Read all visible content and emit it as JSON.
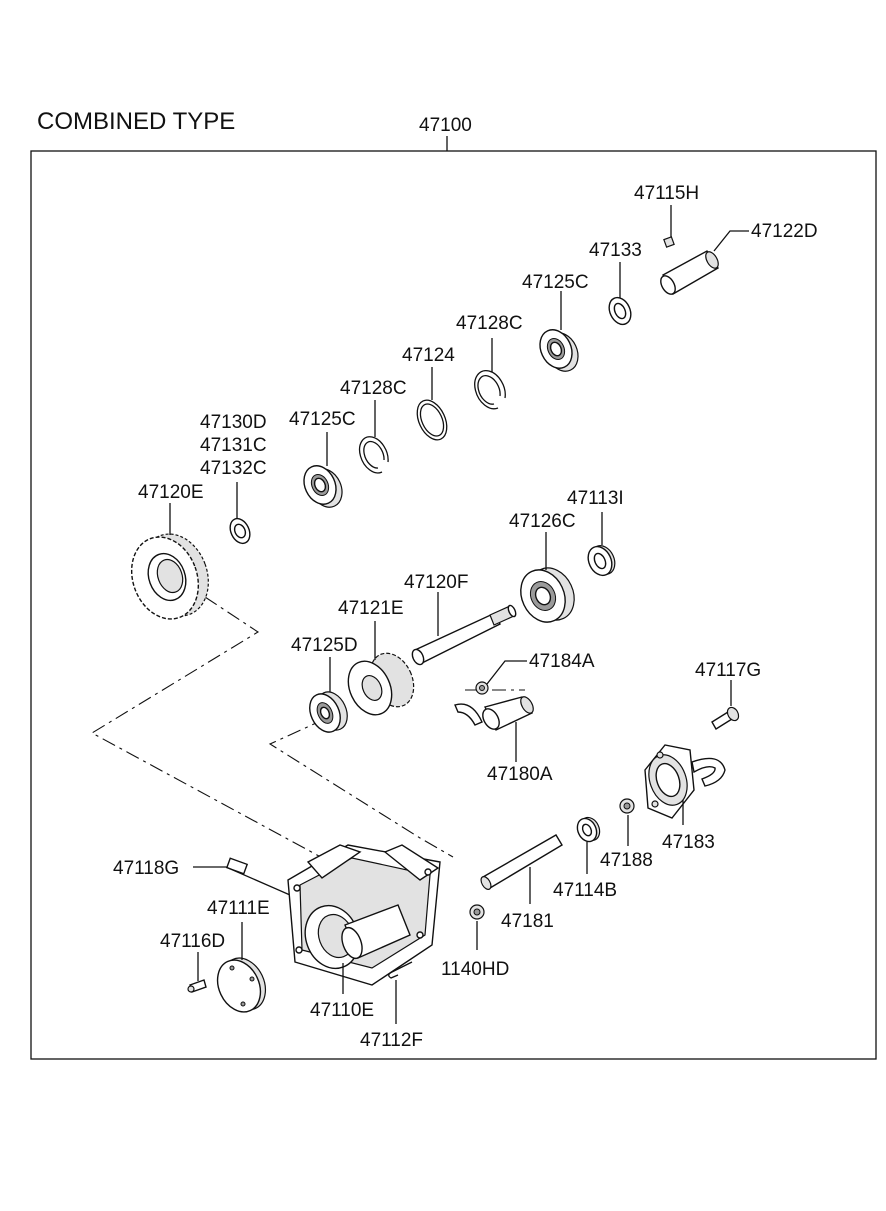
{
  "title": "COMBINED TYPE",
  "assembly_number": "47100",
  "labels": {
    "p47115H": "47115H",
    "p47122D": "47122D",
    "p47133": "47133",
    "p47125C_upper": "47125C",
    "p47128C_upper": "47128C",
    "p47124": "47124",
    "p47128C_lower": "47128C",
    "p47125C_lower": "47125C",
    "p47130D": "47130D",
    "p47131C": "47131C",
    "p47132C": "47132C",
    "p47120E": "47120E",
    "p47113I": "47113I",
    "p47126C": "47126C",
    "p47120F": "47120F",
    "p47121E": "47121E",
    "p47125D": "47125D",
    "p47184A": "47184A",
    "p47117G": "47117G",
    "p47180A": "47180A",
    "p47183": "47183",
    "p47188": "47188",
    "p47114B": "47114B",
    "p47118G": "47118G",
    "p47111E": "47111E",
    "p47116D": "47116D",
    "p47181": "47181",
    "p1140HD": "1140HD",
    "p47110E": "47110E",
    "p47112F": "47112F"
  }
}
